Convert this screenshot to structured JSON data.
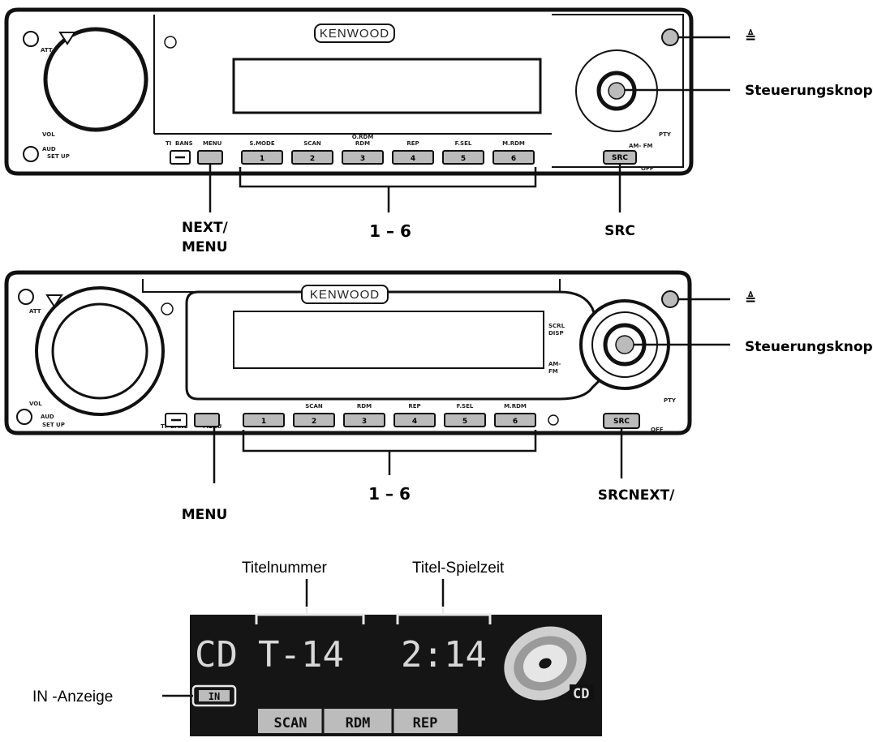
{
  "unit1": {
    "brand": "KENWOOD",
    "small_labels": {
      "att": "ATT",
      "vol": "VOL",
      "aud": "AUD",
      "setup": "SET UP",
      "ti": "TI",
      "bans": "BANS",
      "menu": "MENU",
      "pty": "PTY",
      "am_fm": "AM- FM",
      "off": "OFF",
      "src_btn": "SRC"
    },
    "preset_labels": [
      "S.MODE",
      "SCAN",
      "RDM",
      "REP",
      "F.SEL",
      "M.RDM"
    ],
    "preset_sublabel": "O.RDM",
    "preset_numbers": [
      "1",
      "2",
      "3",
      "4",
      "5",
      "6"
    ],
    "callouts": {
      "eject": "≜",
      "control_knob": "Steuerungsknopf",
      "next_menu_line1": "NEXT/",
      "next_menu_line2": "MENU",
      "presets": "1 – 6",
      "src": "SRC"
    }
  },
  "unit2": {
    "brand": "KENWOOD",
    "small_labels": {
      "att": "ATT",
      "vol": "VOL",
      "aud": "AUD",
      "setup": "SET UP",
      "ti": "TI",
      "bans": "BANS",
      "menu": "MENU",
      "scrl": "SCRL",
      "disp": "DISP",
      "am": "AM-",
      "fm": "FM",
      "pty": "PTY",
      "off": "OFF",
      "src_btn": "SRC"
    },
    "preset_labels": [
      "SCAN",
      "RDM",
      "REP",
      "F.SEL",
      "M.RDM"
    ],
    "preset_numbers": [
      "1",
      "2",
      "3",
      "4",
      "5",
      "6"
    ],
    "callouts": {
      "eject": "≜",
      "control_knob": "Steuerungsknopf",
      "menu": "MENU",
      "presets": "1 – 6",
      "src_next": "SRCNEXT/"
    }
  },
  "display": {
    "caption_track": "Titelnummer",
    "caption_time": "Titel-Spielzeit",
    "source": "CD",
    "track": "T-14",
    "time": "2:14",
    "in_indicator": "IN",
    "in_caption": "IN -Anzeige",
    "cd_badge": "CD",
    "modes": [
      "SCAN",
      "RDM",
      "REP"
    ]
  }
}
